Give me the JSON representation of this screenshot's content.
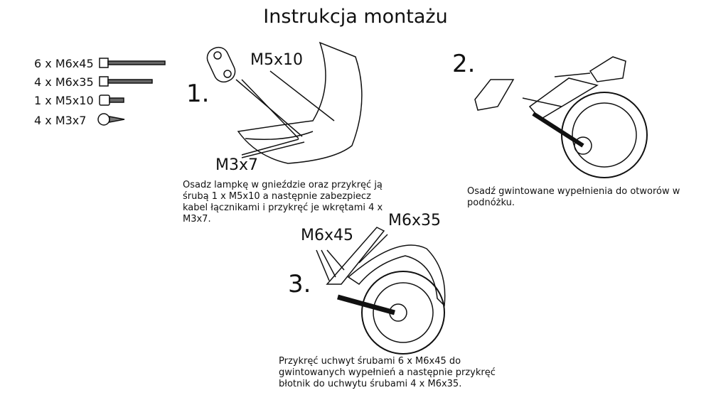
{
  "title": "Instrukcja montażu",
  "parts": [
    {
      "qty_label": "6 x M6x45",
      "icon": "long-bolt-icon"
    },
    {
      "qty_label": "4 x M6x35",
      "icon": "bolt-icon"
    },
    {
      "qty_label": "1 x M5x10",
      "icon": "short-bolt-icon"
    },
    {
      "qty_label": "4 x M3x7",
      "icon": "screw-icon"
    }
  ],
  "steps": [
    {
      "number": "1.",
      "labels": [
        "M5x10",
        "M3x7"
      ],
      "description": "Osadz lampkę w gnieździe oraz przykręć ją śrubą 1 x M5x10 a następnie zabezpiecz kabel łącznikami i przykręć je wkrętami 4 x M3x7."
    },
    {
      "number": "2.",
      "description": "Osadź gwintowane wypełnienia do otworów w podnóżku."
    },
    {
      "number": "3.",
      "labels": [
        "M6x45",
        "M6x35"
      ],
      "description": "Przykręć uchwyt śrubami 6 x M6x45 do gwintowanych wypełnień a następnie przykręć błotnik do uchwytu śrubami 4 x M6x35."
    }
  ]
}
